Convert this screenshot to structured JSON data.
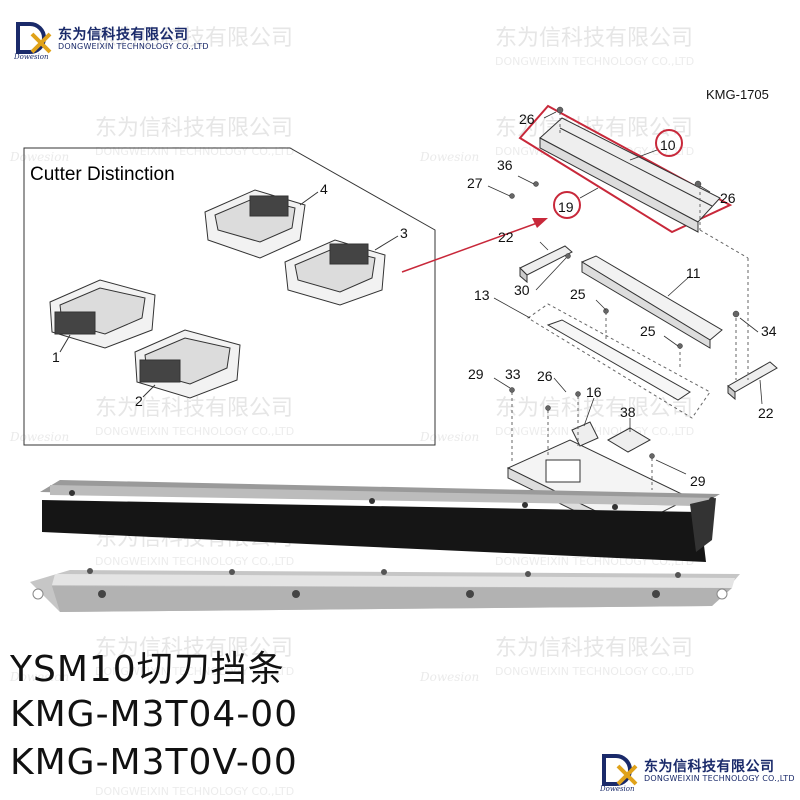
{
  "brand": {
    "name_cn": "东为信科技有限公司",
    "name_en": "DONGWEIXIN TECHNOLOGY CO.,LTD",
    "script": "Dowesion",
    "colors": {
      "navy": "#1a2a6a",
      "gold": "#e0a21a",
      "accent_red": "#c8283a"
    }
  },
  "diagram": {
    "code": "KMG-1705",
    "inset_title": "Cutter Distinction",
    "inset_labels": [
      "1",
      "2",
      "3",
      "4"
    ],
    "callouts": [
      "26",
      "10",
      "36",
      "27",
      "26",
      "19",
      "22",
      "11",
      "30",
      "25",
      "13",
      "25",
      "34",
      "29",
      "33",
      "26",
      "16",
      "38",
      "22",
      "29"
    ]
  },
  "product": {
    "title": "YSM10切刀挡条",
    "part_numbers": [
      "KMG-M3T04-00",
      "KMG-M3T0V-00"
    ]
  }
}
